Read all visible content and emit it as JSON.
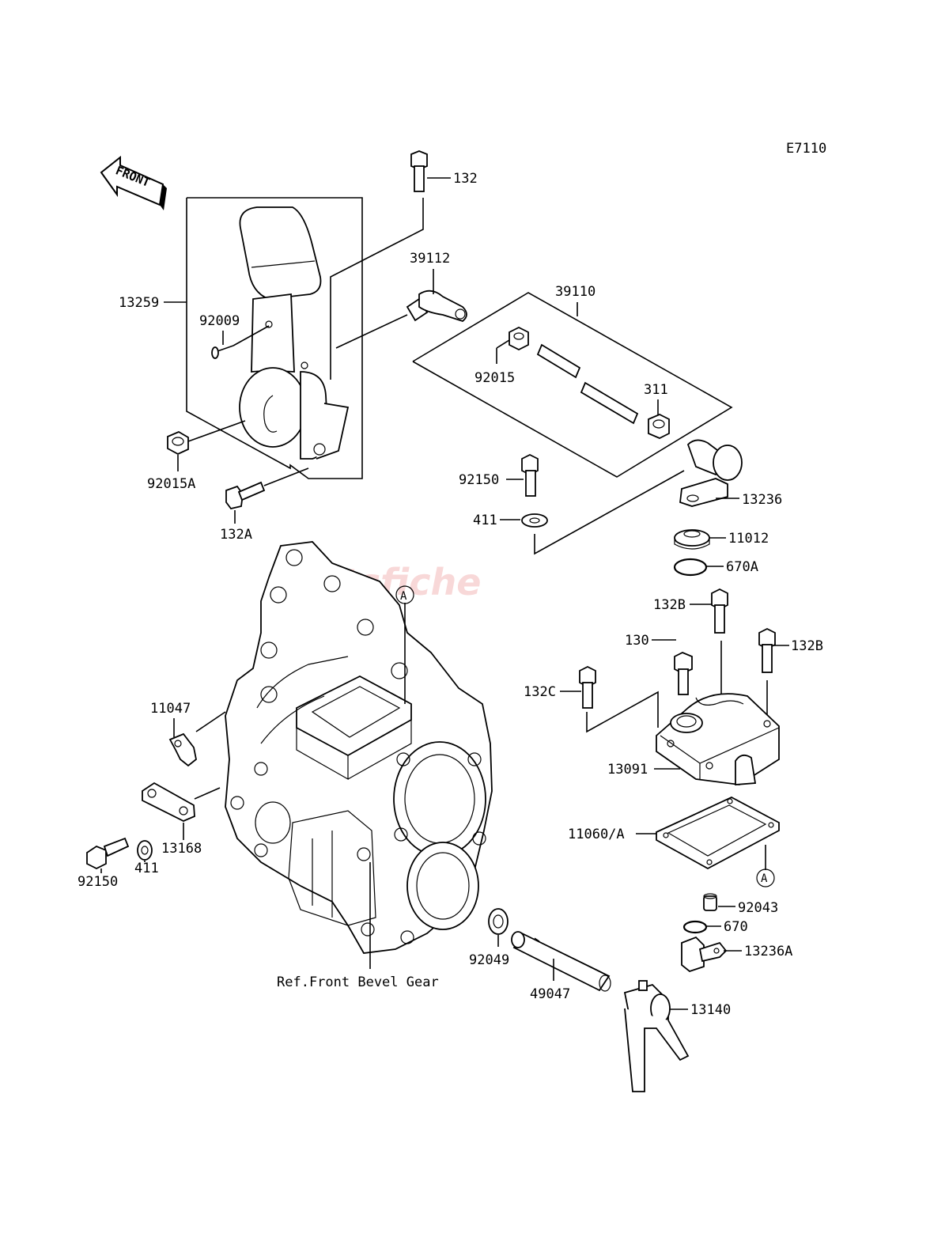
{
  "diagram": {
    "code": "E7110",
    "front_arrow": "FRONT",
    "ref_note": "Ref.Front Bevel Gear",
    "watermark": "partsfiche",
    "callouts": {
      "p132": "132",
      "p39112": "39112",
      "p39110": "39110",
      "p13259": "13259",
      "p92009": "92009",
      "p92015": "92015",
      "p311": "311",
      "p92015A": "92015A",
      "p92150a": "92150",
      "p13236": "13236",
      "p132A": "132A",
      "p411a": "411",
      "p11012": "11012",
      "p670A": "670A",
      "pA1": "A",
      "p132B1": "132B",
      "p130": "130",
      "p132B2": "132B",
      "p132C": "132C",
      "p11047": "11047",
      "p13091": "13091",
      "p13168": "13168",
      "p11060A": "11060/A",
      "p92150b": "92150",
      "p411b": "411",
      "pA2": "A",
      "p92043": "92043",
      "p670": "670",
      "p92049": "92049",
      "p13236A": "13236A",
      "p49047": "49047",
      "p13140": "13140"
    }
  }
}
